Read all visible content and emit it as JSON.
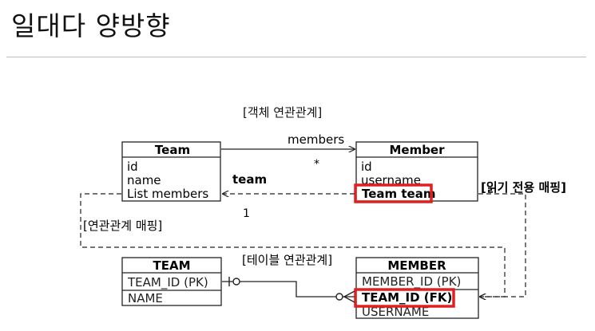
{
  "slide": {
    "title": "일대다 양방향"
  },
  "object_model": {
    "label": "[객체 연관관계]",
    "team_entity": {
      "name": "Team",
      "fields": [
        "id",
        "name",
        "List members"
      ]
    },
    "member_entity": {
      "name": "Member",
      "fields": [
        "id",
        "username",
        "Team team"
      ],
      "highlighted_field": "Team team"
    },
    "association": {
      "label": "members",
      "multiplicity": "*"
    },
    "back_reference": {
      "label": "team",
      "multiplicity": "1",
      "note": "[읽기 전용 매핑]"
    }
  },
  "mapping_label": "[연관관계 매핑]",
  "table_model": {
    "label": "[테이블 연관관계]",
    "team_table": {
      "name": "TEAM",
      "columns": [
        "TEAM_ID (PK)",
        "NAME"
      ]
    },
    "member_table": {
      "name": "MEMBER",
      "columns": [
        "MEMBER_ID (PK)",
        "TEAM_ID (FK)",
        "USERNAME"
      ],
      "highlighted_column": "TEAM_ID (FK)"
    }
  },
  "colors": {
    "highlight": "#e02020",
    "line": "#222222",
    "rule": "#bdbdbd"
  }
}
